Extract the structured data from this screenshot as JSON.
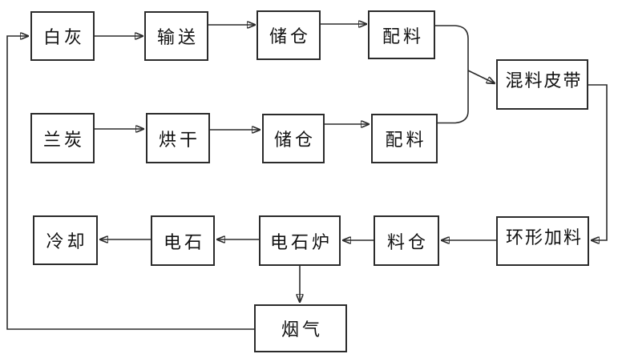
{
  "diagram": {
    "type": "flowchart",
    "nodes": [
      {
        "id": "lime",
        "label": "白灰"
      },
      {
        "id": "conveying",
        "label": "输送"
      },
      {
        "id": "storage-bin-1",
        "label": "储仓"
      },
      {
        "id": "batching-1",
        "label": "配料"
      },
      {
        "id": "mixing-belt",
        "label": "混料皮带"
      },
      {
        "id": "semi-coke",
        "label": "兰炭"
      },
      {
        "id": "drying",
        "label": "烘干"
      },
      {
        "id": "storage-bin-2",
        "label": "储仓"
      },
      {
        "id": "batching-2",
        "label": "配料"
      },
      {
        "id": "cooling",
        "label": "冷却"
      },
      {
        "id": "calcium-carbide",
        "label": "电石"
      },
      {
        "id": "carbide-furnace",
        "label": "电石炉"
      },
      {
        "id": "feed-bin",
        "label": "料仓"
      },
      {
        "id": "ring-feeder",
        "label": "环形加料"
      },
      {
        "id": "flue-gas",
        "label": "烟气"
      }
    ],
    "edges": [
      {
        "from": "lime",
        "to": "conveying"
      },
      {
        "from": "conveying",
        "to": "storage-bin-1"
      },
      {
        "from": "storage-bin-1",
        "to": "batching-1"
      },
      {
        "from": "batching-1",
        "to": "mixing-belt"
      },
      {
        "from": "semi-coke",
        "to": "drying"
      },
      {
        "from": "drying",
        "to": "storage-bin-2"
      },
      {
        "from": "storage-bin-2",
        "to": "batching-2"
      },
      {
        "from": "batching-2",
        "to": "mixing-belt"
      },
      {
        "from": "mixing-belt",
        "to": "ring-feeder"
      },
      {
        "from": "ring-feeder",
        "to": "feed-bin"
      },
      {
        "from": "feed-bin",
        "to": "carbide-furnace"
      },
      {
        "from": "carbide-furnace",
        "to": "calcium-carbide"
      },
      {
        "from": "calcium-carbide",
        "to": "cooling"
      },
      {
        "from": "carbide-furnace",
        "to": "flue-gas"
      },
      {
        "from": "flue-gas",
        "to": "lime"
      }
    ],
    "colors": {
      "line": "#2b2b2b",
      "box_border": "#2b2b2b",
      "text": "#111111",
      "background": "#ffffff"
    }
  }
}
